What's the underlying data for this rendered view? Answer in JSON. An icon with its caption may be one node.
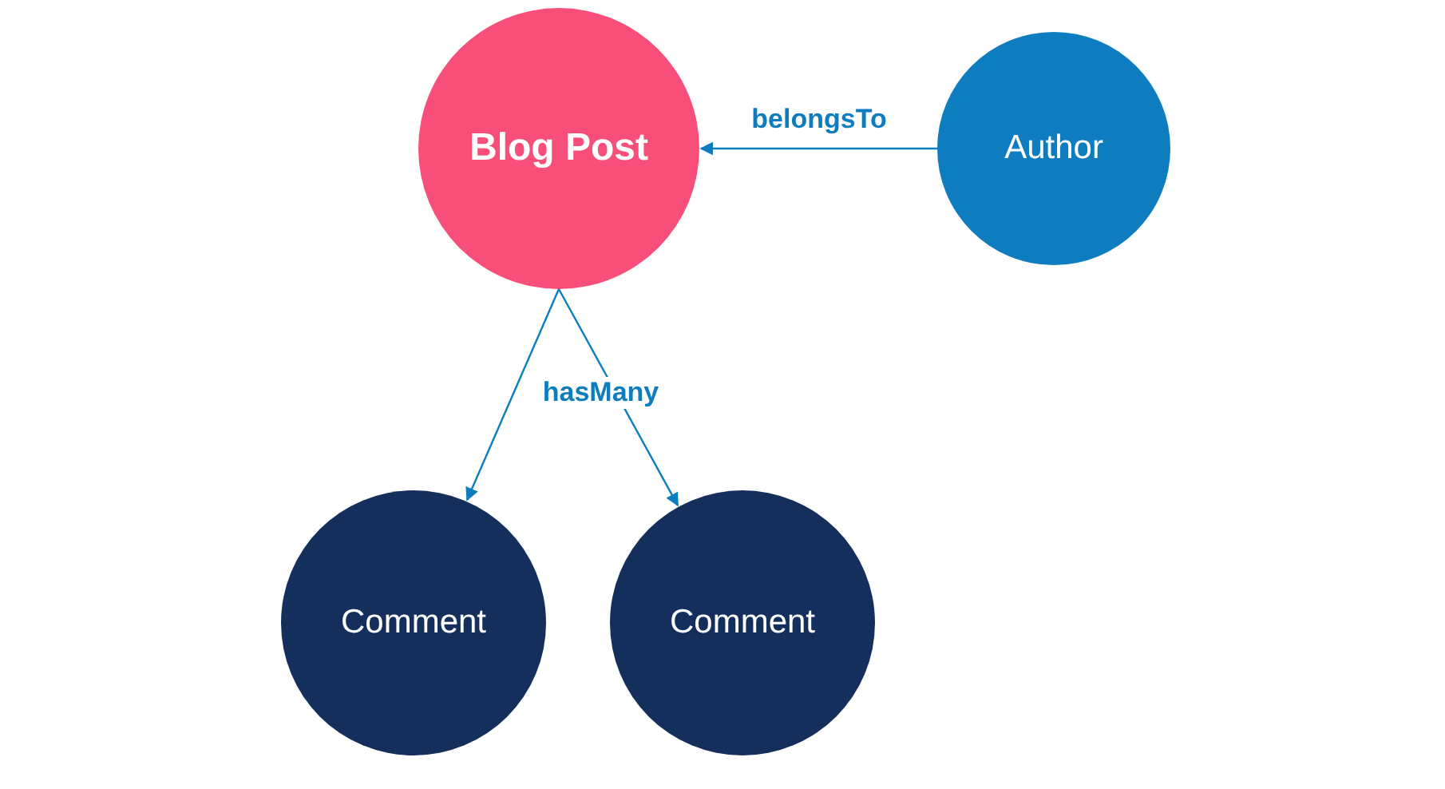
{
  "diagram": {
    "nodes": [
      {
        "text": [
          "Blog Post"
        ]
      },
      {
        "text": [
          "Author"
        ]
      },
      {
        "text": [
          "Comment"
        ]
      },
      {
        "text": [
          "Comment"
        ]
      }
    ],
    "edges": [
      {
        "from": 1,
        "to": 0,
        "arrow": "to",
        "label": "belongsTo"
      },
      {
        "from": 0,
        "to": 2,
        "arrow": "to",
        "label": "hasMany"
      },
      {
        "from": 0,
        "to": 3,
        "arrow": "to"
      }
    ]
  }
}
